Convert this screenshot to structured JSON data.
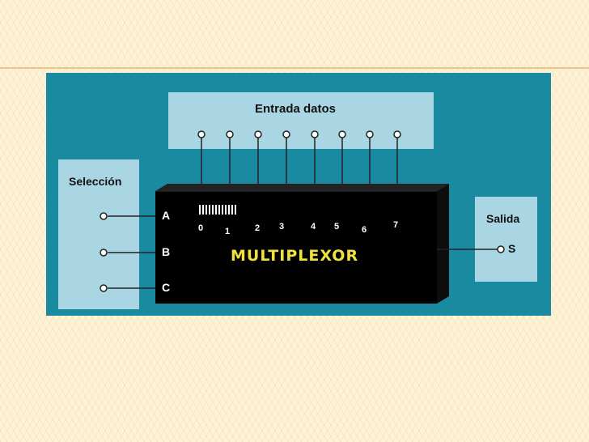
{
  "diagram": {
    "input_box_title": "Entrada datos",
    "select_box_title": "Selección",
    "output_box_title": "Salida",
    "chip_title": "MULTIPLEXOR",
    "data_inputs": [
      "0",
      "1",
      "2",
      "3",
      "4",
      "5",
      "6",
      "7"
    ],
    "select_inputs": [
      "A",
      "B",
      "C"
    ],
    "output_label": "S",
    "colors": {
      "background": "#1a8aa0",
      "box": "#aad6e4",
      "chip": "#000000",
      "chip_title": "#f0e23a",
      "slide_background": "#fdf1d6"
    }
  }
}
